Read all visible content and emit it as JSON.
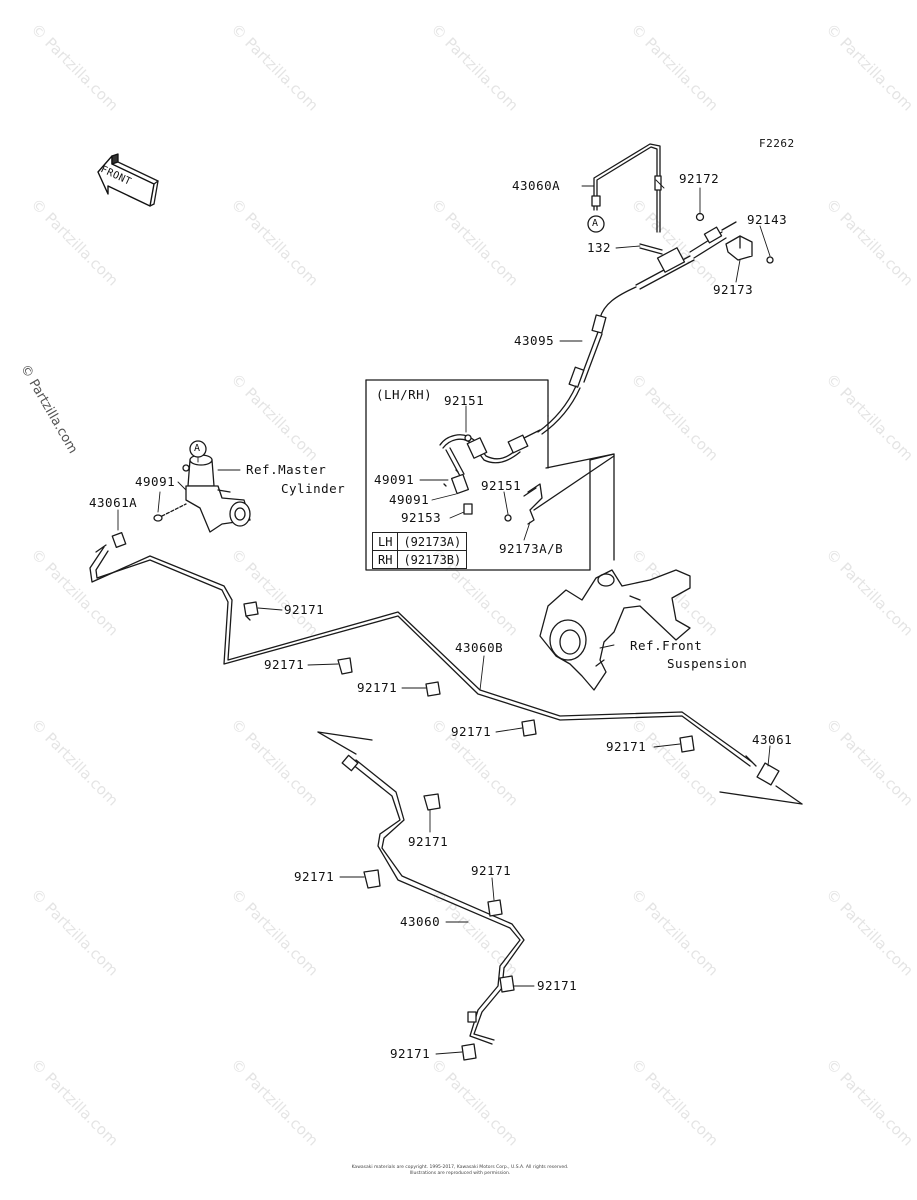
{
  "diagram": {
    "figure_code": "F2262",
    "front_label": "FRONT",
    "watermark": "© Partzilla.com",
    "copyright_line1": "Kawasaki materials are copyright. 1995-2017, Kawasaki Motors Corp., U.S.A. All rights reserved.",
    "copyright_line2": "Illustrations are reproduced with permission.",
    "circle_a_label": "A",
    "inset": {
      "title": "(LH/RH)",
      "rows": [
        {
          "side": "LH",
          "part": "(92173A)"
        },
        {
          "side": "RH",
          "part": "(92173B)"
        }
      ]
    },
    "refs": {
      "master_line1": "Ref.Master",
      "master_line2": "Cylinder",
      "front_line1": "Ref.Front",
      "front_line2": "Suspension"
    },
    "parts": {
      "p43060A": "43060A",
      "p92172": "92172",
      "p92143": "92143",
      "p132": "132",
      "p92173": "92173",
      "p43095": "43095",
      "p92151a": "92151",
      "p49091a": "49091",
      "p49091b": "49091",
      "p92151b": "92151",
      "p92153": "92153",
      "p92173AB": "92173A/B",
      "p49091c": "49091",
      "p43061A": "43061A",
      "p92171a": "92171",
      "p43060B": "43060B",
      "p92171b": "92171",
      "p92171c": "92171",
      "p92171d": "92171",
      "p92171e": "92171",
      "p43061": "43061",
      "p92171f": "92171",
      "p92171g": "92171",
      "p92171h": "92171",
      "p43060": "43060",
      "p92171i": "92171",
      "p92171j": "92171"
    }
  }
}
